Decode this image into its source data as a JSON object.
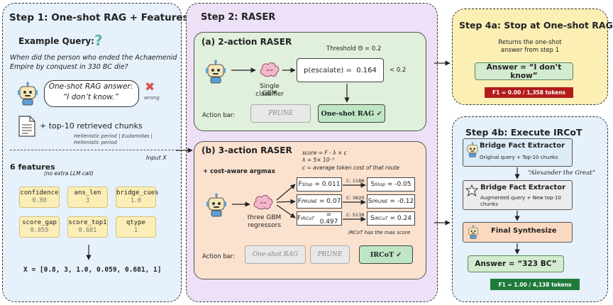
{
  "step1": {
    "title": "Step 1: One-shot RAG + Features",
    "example_label": "Example Query:",
    "question_mark": "?",
    "query": "When did the person who ended the Achaemenid Empire by conquest in 330 BC die?",
    "answer_line1": "One-shot RAG answer:",
    "answer_line2": "“I don’t know.”",
    "wrong_label": "wrong",
    "chunks_label": "+ top-10 retrieved chunks",
    "chunks_sub1": "Hellenistic period | Eudamidas |",
    "chunks_sub2": "Hellenistic period",
    "input_label": "Input X",
    "features_title": "6 features",
    "features_note": "(no extra LLM call)",
    "features": [
      {
        "name": "confidence",
        "value": "0.80"
      },
      {
        "name": "ans_len",
        "value": "3"
      },
      {
        "name": "bridge_cues",
        "value": "1.0"
      },
      {
        "name": "score_gap",
        "value": "0.059"
      },
      {
        "name": "score_top1",
        "value": "0.681"
      },
      {
        "name": "qtype",
        "value": "1"
      }
    ],
    "vector": "X = [0.8, 3, 1.0, 0.059, 0.681, 1]"
  },
  "step2": {
    "title": "Step 2: RASER",
    "a": {
      "title": "(a) 2-action RASER",
      "threshold": "Threshold Θ = 0.2",
      "classifier_line1": "Single GBM",
      "classifier_line2": "classifier",
      "prob_label": "p(escalate) =",
      "prob_value": "0.164",
      "compare": "< 0.2",
      "action_bar": "Action bar:",
      "btn_prune": "PRUNE",
      "btn_oneshot": "One-shot RAG ✓"
    },
    "b": {
      "title": "(b) 3-action RASER",
      "formula1": "score = F - λ × c",
      "formula2": "λ = 5× 10⁻⁵",
      "formula3": "c = average token cost of that route",
      "argmax": "+ cost-aware argmax",
      "regressors_line1": "three GBM",
      "regressors_line2": "regressors",
      "f_stop_label": "F",
      "f_stop_sub": "Stop",
      "f_stop_val": "= 0.011",
      "f_prune_sub": "PRUNE",
      "f_prune_val": "= 0.07",
      "f_ircot_sub": "IRCoT",
      "f_ircot_val": "= 0.497",
      "c_stop": "C: 1188",
      "c_prune": "C: 3820",
      "c_ircot": "C: 5138",
      "s_label": "S",
      "s_stop_val": "= -0.05",
      "s_prune_val": "= -0.12",
      "s_ircot_val": "= 0.24",
      "max_note": "IRCoT has the max score",
      "action_bar": "Action bar:",
      "btn_oneshot": "One-shot RAG",
      "btn_prune": "PRUNE",
      "btn_ircot": "IRCoT ✓"
    }
  },
  "step4a": {
    "title": "Step 4a: Stop at One-shot RAG",
    "desc_line1": "Returns the one-shot",
    "desc_line2": "answer from step 1",
    "answer": "Answer = “I don’t know”",
    "score": "F1 = 0.00 / 1,358 tokens"
  },
  "step4b": {
    "title": "Step 4b: Execute IRCoT",
    "bfe1_title": "Bridge Fact Extractor",
    "bfe1_sub": "Original query + Top-10 chunks",
    "bridge": "“Alexander the Great”",
    "bfe2_title": "Bridge Fact Extractor",
    "bfe2_sub1": "Augmented query +  New top-10",
    "bfe2_sub2": "chunks",
    "final_title": "Final Synthesize",
    "answer": "Answer = “323 BC”",
    "score": "F1 = 1.00 / 4,138 tokens"
  },
  "colors": {
    "blue_bg": "#e6f1fb",
    "purple_bg": "#ece1f6",
    "yellow_bg": "#fbefb4",
    "green_box": "#dcefd8",
    "peach_box": "#fbe0cc",
    "red_badge": "#b31b1b",
    "green_badge": "#1f7a3a"
  }
}
